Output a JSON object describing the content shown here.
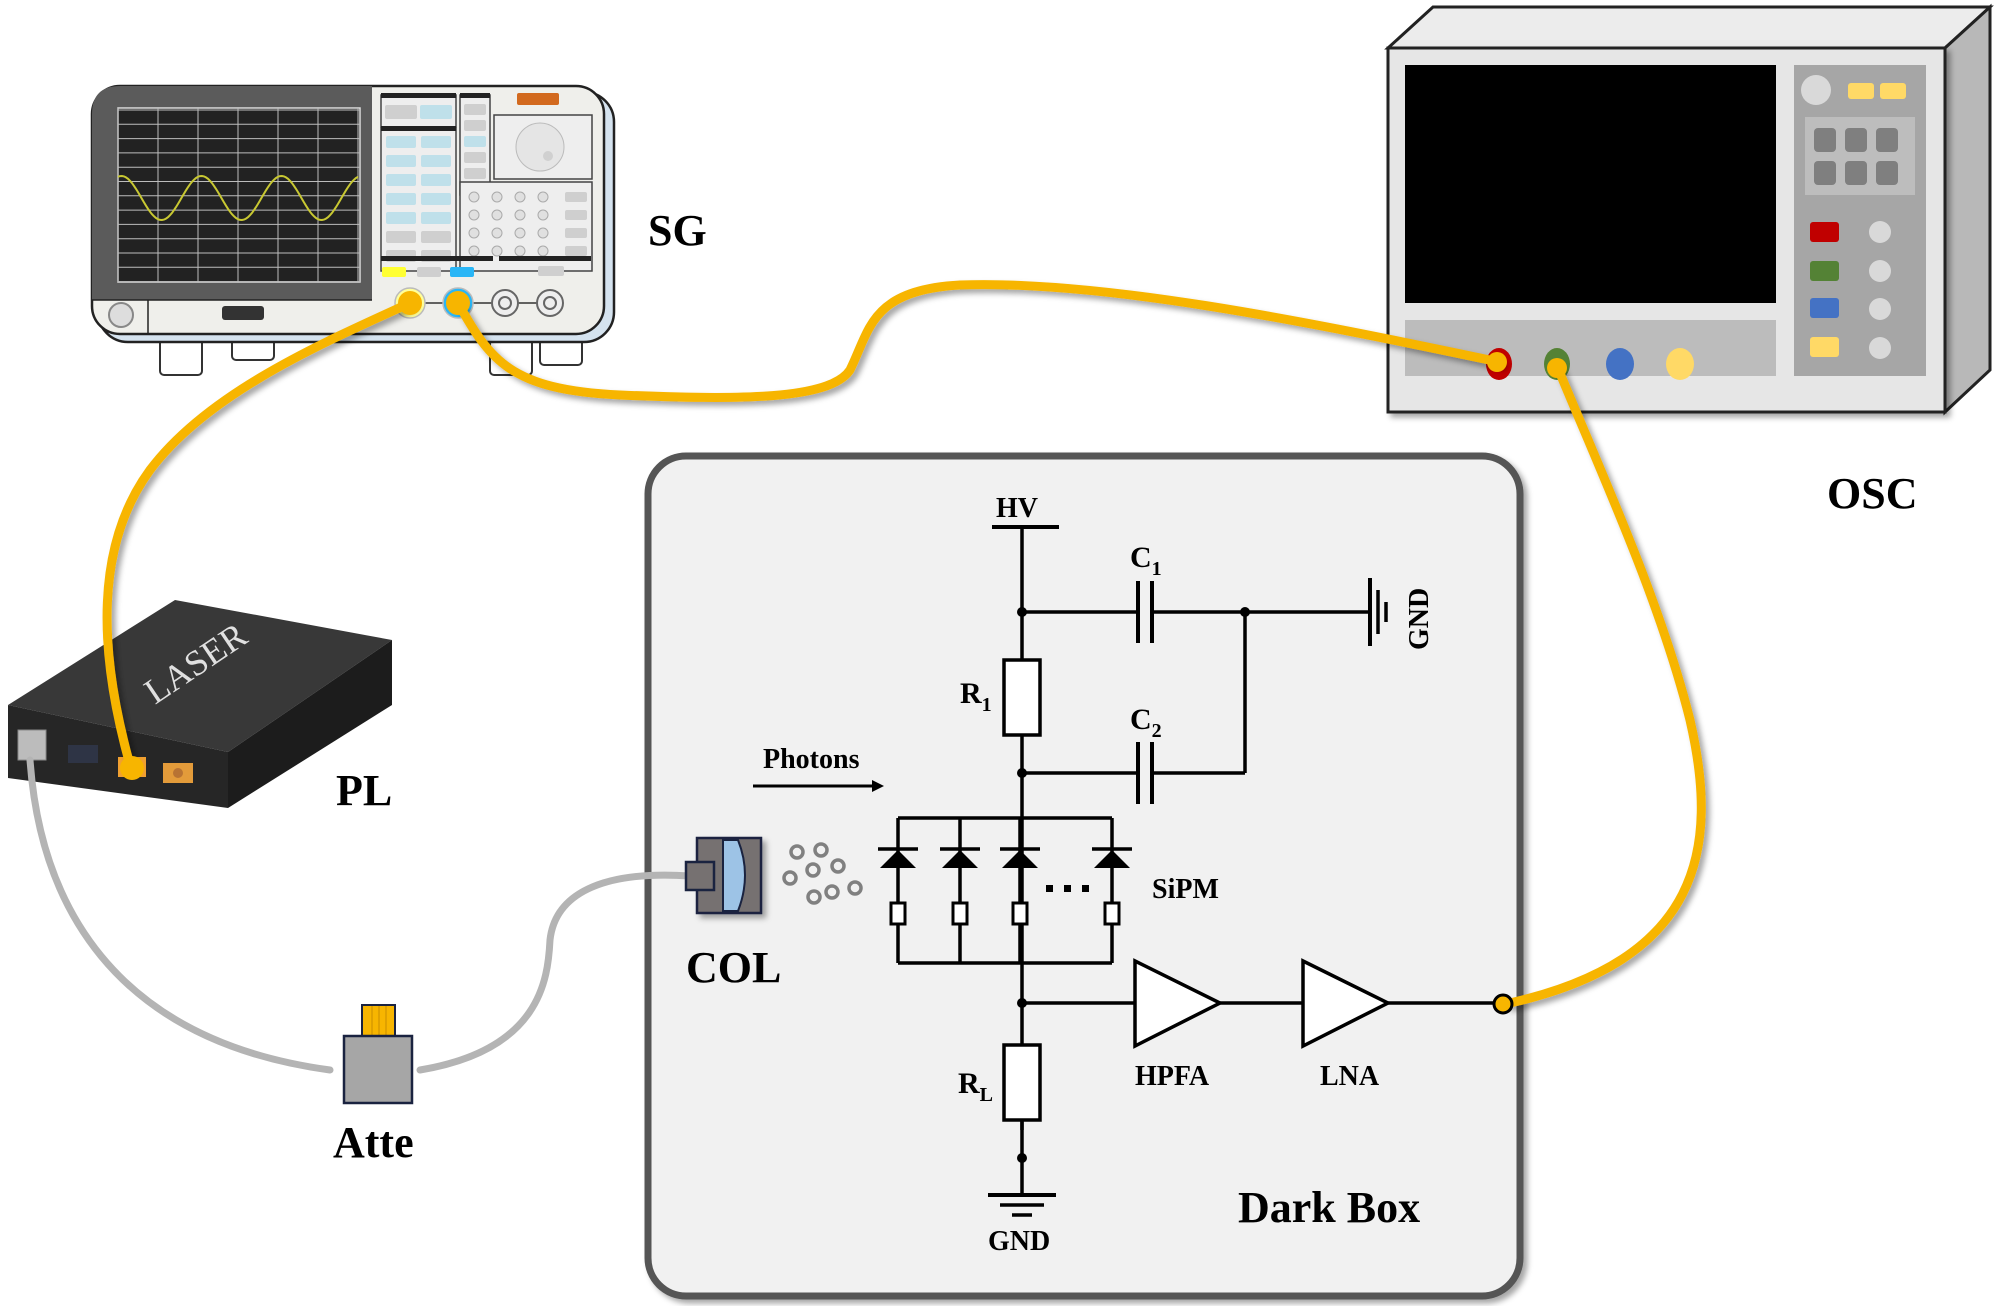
{
  "title": "SiPM photon detection experimental setup",
  "instruments": {
    "signal_generator": {
      "label": "SG"
    },
    "oscilloscope": {
      "label": "OSC"
    },
    "pulsed_laser": {
      "label": "PL",
      "body_text": "LASER"
    },
    "attenuator": {
      "label": "Atte"
    },
    "collimator": {
      "label": "COL"
    }
  },
  "dark_box": {
    "label": "Dark Box",
    "circuit": {
      "hv_label": "HV",
      "c1": {
        "main": "C",
        "sub": "1"
      },
      "c2": {
        "main": "C",
        "sub": "2"
      },
      "r1": {
        "main": "R",
        "sub": "1"
      },
      "rl": {
        "main": "R",
        "sub": "L"
      },
      "gnd_top_label": "GND",
      "gnd_bottom_label": "GND",
      "photons_label": "Photons",
      "sipm_label": "SiPM",
      "ellipsis": "…",
      "hpfa_label": "HPFA",
      "lna_label": "LNA"
    }
  },
  "colors": {
    "cable_signal": "#f7b500",
    "cable_fiber": "#b4b4b4",
    "dark_box_fill": "#f1f1f1",
    "dark_box_border": "#555555",
    "osc_channel_1": "#c00000",
    "osc_channel_2": "#548235",
    "osc_channel_3": "#4472c4",
    "osc_channel_4": "#ffd966",
    "sg_trace": "#c8c832"
  }
}
